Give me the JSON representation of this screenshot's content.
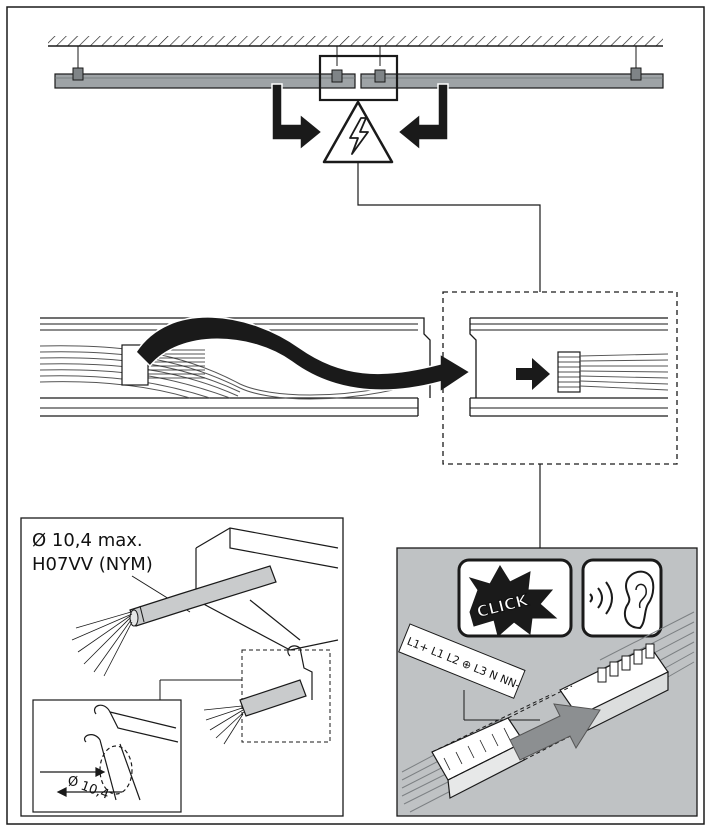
{
  "cable_spec": {
    "diameter_label": "Ø 10,4 max.",
    "cable_type_label": "H07VV (NYM)"
  },
  "detail_dimension": {
    "diameter_symbol": "Ø",
    "value": "10,4"
  },
  "click_badge": {
    "text": "CLICK"
  },
  "terminal_strip": {
    "text": "L1+ L1 L2 ⊕ L3 N NN-"
  },
  "icons": [
    "ceiling-hatch",
    "high-voltage-warning-icon",
    "arrow-icon",
    "ear-icon",
    "click-burst-icon"
  ],
  "colors": {
    "line": "#1a1a1a",
    "rail_fill": "#9ea3a6",
    "panel_gray": "#bfc2c4",
    "arrow_fill": "#1a1a1a",
    "insert_arrow": "#8c8f91"
  }
}
